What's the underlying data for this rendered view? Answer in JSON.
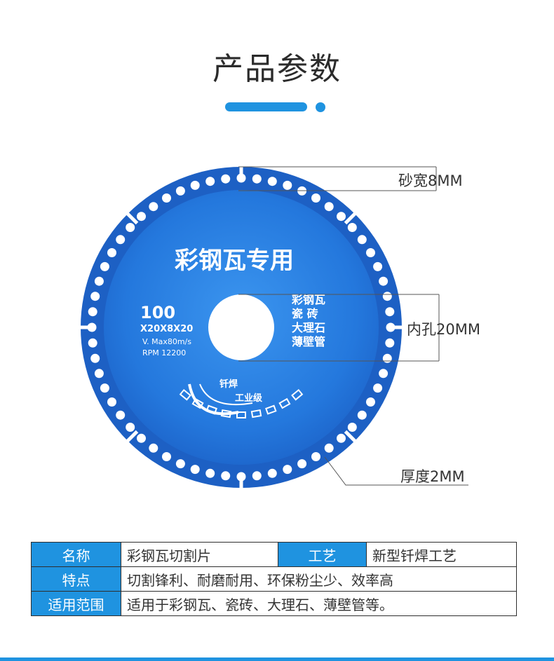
{
  "header": {
    "title": "产品参数"
  },
  "blade": {
    "main_text": "彩钢瓦专用",
    "size": "100",
    "spec": "X20X8X20",
    "speed": "V. Max80m/s",
    "rpm": "RPM 12200",
    "uses": [
      "彩钢瓦",
      "瓷 砖",
      "大理石",
      "薄壁管"
    ],
    "brand_line1": "钎焊",
    "brand_line2": "工业级"
  },
  "callouts": {
    "grit_width": "砂宽8MM",
    "inner_hole": "内孔20MM",
    "thickness": "厚度2MM"
  },
  "table": {
    "rows": [
      {
        "label": "名称",
        "value": "彩钢瓦切割片",
        "label2": "工艺",
        "value2": "新型钎焊工艺"
      },
      {
        "label": "特点",
        "value": "切割锋利、耐磨耐用、环保粉尘少、效率高"
      },
      {
        "label": "适用范围",
        "value": "适用于彩钢瓦、瓷砖、大理石、薄壁管等。"
      }
    ]
  },
  "colors": {
    "accent": "#1f93e0",
    "blade_blue": "#2a7ee0",
    "blade_dark": "#1d5fc4"
  }
}
